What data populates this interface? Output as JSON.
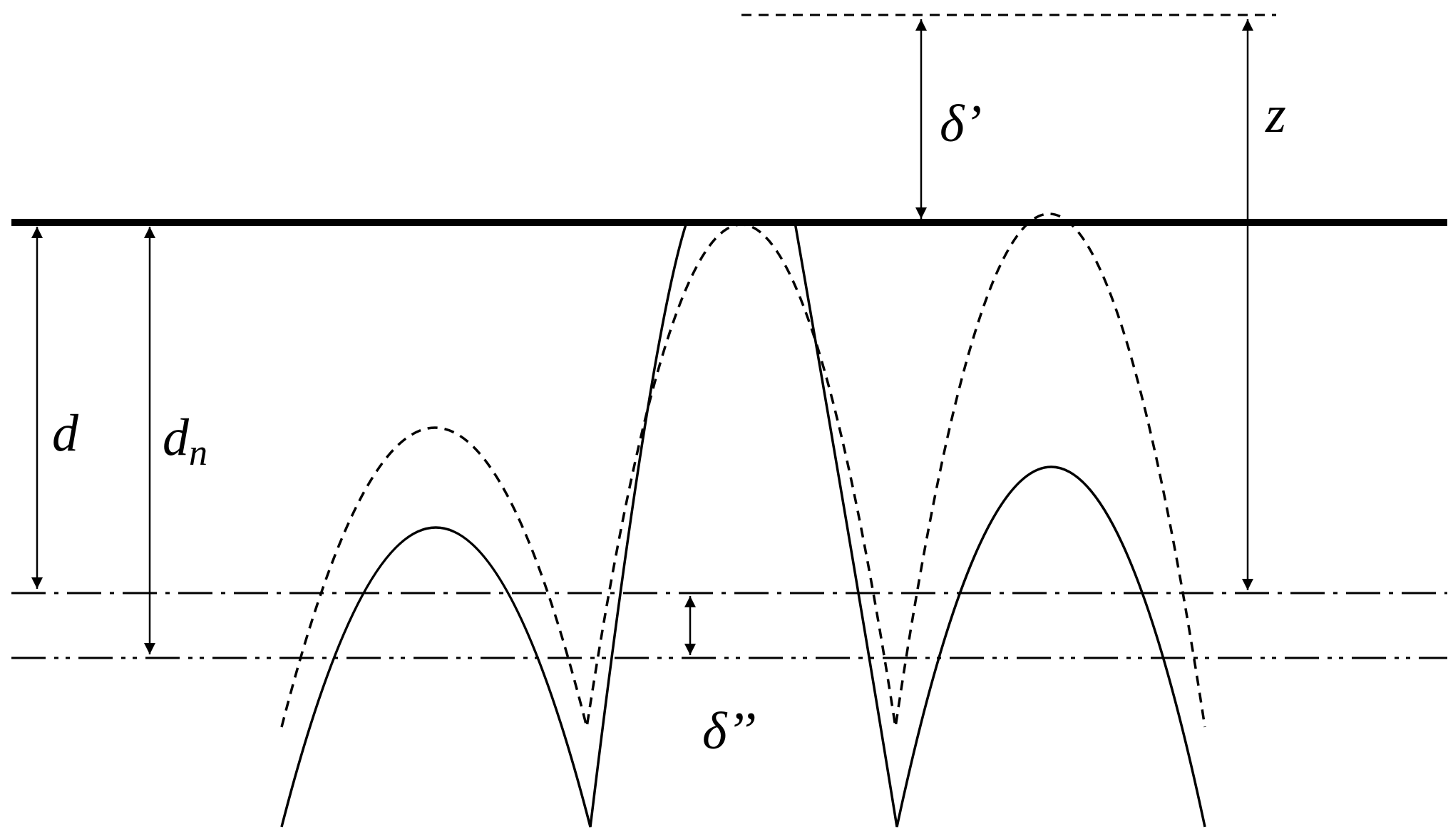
{
  "labels": {
    "delta_prime": "δ’",
    "z": "z",
    "d": "d",
    "dn_base": "d",
    "dn_sub": "n",
    "delta_double_prime": "δ’’"
  },
  "colors": {
    "ink": "#000000",
    "background": "#ffffff"
  }
}
